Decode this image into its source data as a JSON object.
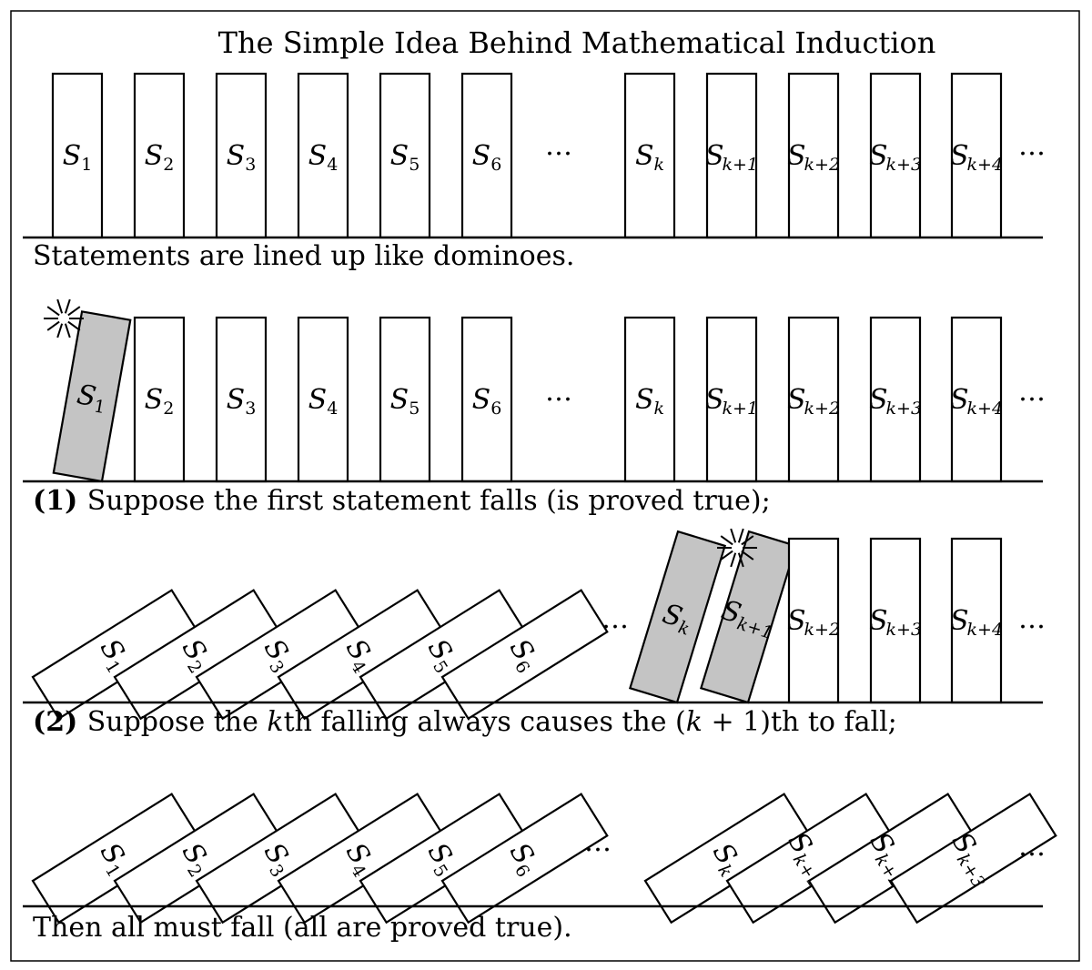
{
  "title": "The Simple Idea Behind Mathematical Induction",
  "ellipsis": "…",
  "rows": [
    {
      "caption_prefix": "",
      "caption": "Statements are lined up like dominoes.",
      "dominoes": [
        {
          "label": "S",
          "sub": "1",
          "state": "standing"
        },
        {
          "label": "S",
          "sub": "2",
          "state": "standing"
        },
        {
          "label": "S",
          "sub": "3",
          "state": "standing"
        },
        {
          "label": "S",
          "sub": "4",
          "state": "standing"
        },
        {
          "label": "S",
          "sub": "5",
          "state": "standing"
        },
        {
          "label": "S",
          "sub": "6",
          "state": "standing"
        },
        {
          "label": "S",
          "sub": "k",
          "state": "standing"
        },
        {
          "label": "S",
          "sub": "k+1",
          "state": "standing"
        },
        {
          "label": "S",
          "sub": "k+2",
          "state": "standing"
        },
        {
          "label": "S",
          "sub": "k+3",
          "state": "standing"
        },
        {
          "label": "S",
          "sub": "k+4",
          "state": "standing"
        }
      ]
    },
    {
      "caption_prefix": "(1)",
      "caption": "Suppose the first statement falls (is proved true);",
      "dominoes": [
        {
          "label": "S",
          "sub": "1",
          "state": "tipping"
        },
        {
          "label": "S",
          "sub": "2",
          "state": "standing"
        },
        {
          "label": "S",
          "sub": "3",
          "state": "standing"
        },
        {
          "label": "S",
          "sub": "4",
          "state": "standing"
        },
        {
          "label": "S",
          "sub": "5",
          "state": "standing"
        },
        {
          "label": "S",
          "sub": "6",
          "state": "standing"
        },
        {
          "label": "S",
          "sub": "k",
          "state": "standing"
        },
        {
          "label": "S",
          "sub": "k+1",
          "state": "standing"
        },
        {
          "label": "S",
          "sub": "k+2",
          "state": "standing"
        },
        {
          "label": "S",
          "sub": "k+3",
          "state": "standing"
        },
        {
          "label": "S",
          "sub": "k+4",
          "state": "standing"
        }
      ]
    },
    {
      "caption_prefix": "(2)",
      "caption_parts": [
        "Suppose the ",
        "k",
        "th falling always causes the (",
        "k",
        " + 1)th to fall;"
      ],
      "dominoes": [
        {
          "label": "S",
          "sub": "1",
          "state": "fallen"
        },
        {
          "label": "S",
          "sub": "2",
          "state": "fallen"
        },
        {
          "label": "S",
          "sub": "3",
          "state": "fallen"
        },
        {
          "label": "S",
          "sub": "4",
          "state": "fallen"
        },
        {
          "label": "S",
          "sub": "5",
          "state": "fallen"
        },
        {
          "label": "S",
          "sub": "6",
          "state": "fallen"
        },
        {
          "label": "S",
          "sub": "k",
          "state": "tipping"
        },
        {
          "label": "S",
          "sub": "k+1",
          "state": "tipping"
        },
        {
          "label": "S",
          "sub": "k+2",
          "state": "standing"
        },
        {
          "label": "S",
          "sub": "k+3",
          "state": "standing"
        },
        {
          "label": "S",
          "sub": "k+4",
          "state": "standing"
        }
      ]
    },
    {
      "caption_prefix": "",
      "caption": "Then all must fall (all are proved true).",
      "dominoes": [
        {
          "label": "S",
          "sub": "1",
          "state": "fallen"
        },
        {
          "label": "S",
          "sub": "2",
          "state": "fallen"
        },
        {
          "label": "S",
          "sub": "3",
          "state": "fallen"
        },
        {
          "label": "S",
          "sub": "4",
          "state": "fallen"
        },
        {
          "label": "S",
          "sub": "5",
          "state": "fallen"
        },
        {
          "label": "S",
          "sub": "6",
          "state": "fallen"
        },
        {
          "label": "S",
          "sub": "k",
          "state": "fallen"
        },
        {
          "label": "S",
          "sub": "k+1",
          "state": "fallen"
        },
        {
          "label": "S",
          "sub": "k+2",
          "state": "fallen"
        },
        {
          "label": "S",
          "sub": "k+3",
          "state": "fallen"
        }
      ]
    }
  ],
  "colors": {
    "fallen_highlight": "#c4c4c4",
    "domino_fill": "#ffffff",
    "stroke": "#000000"
  }
}
